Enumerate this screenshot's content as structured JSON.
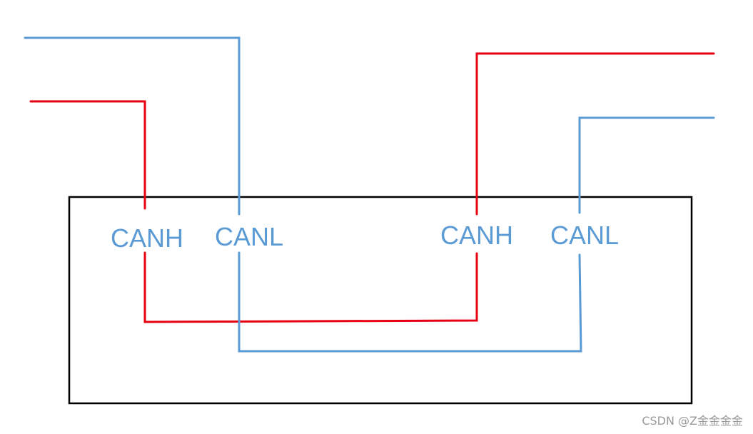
{
  "diagram": {
    "colors": {
      "canh_wire": "#e60012",
      "canl_wire": "#5b9bd5",
      "label_text": "#5b9bd5",
      "module_border": "#000000"
    },
    "left_node": {
      "canh_label": "CANH",
      "canl_label": "CANL"
    },
    "right_node": {
      "canh_label": "CANH",
      "canl_label": "CANL"
    }
  },
  "watermark": {
    "text": "CSDN @Z金金金金"
  }
}
